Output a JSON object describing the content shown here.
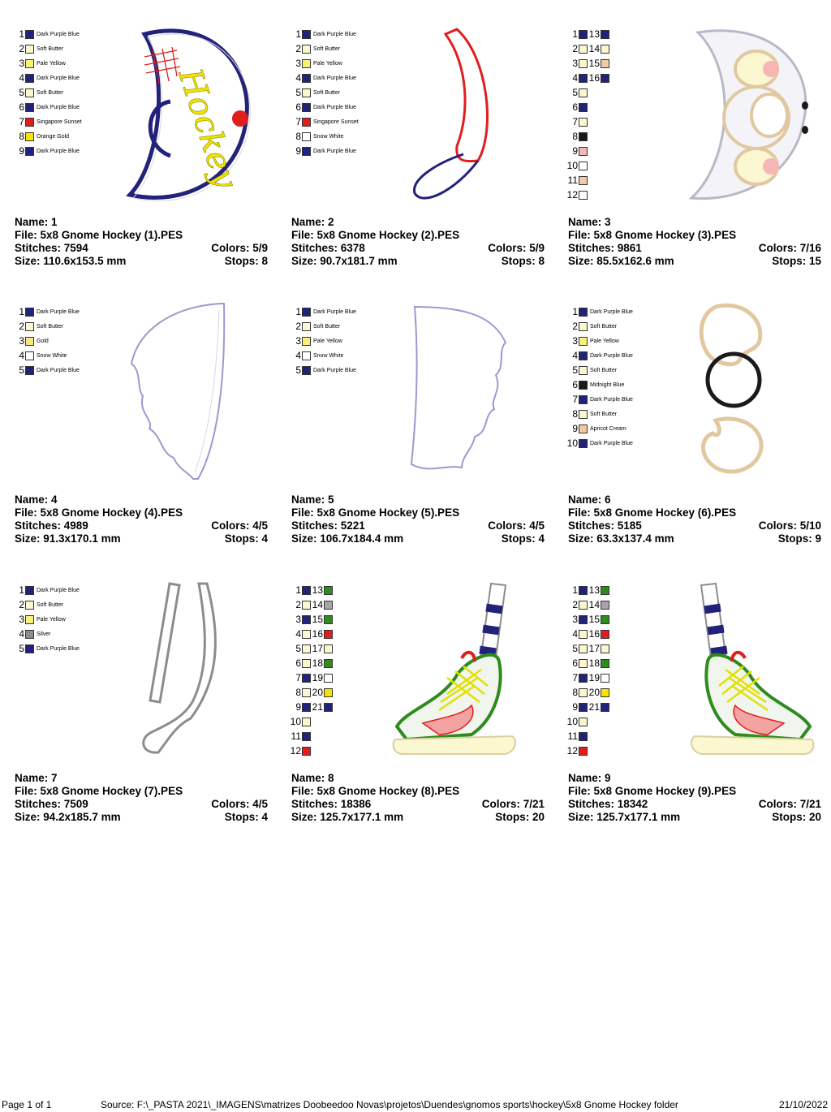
{
  "colors": {
    "dark_purple_blue": "#22227a",
    "soft_butter": "#fbf7d0",
    "pale_yellow": "#f7f07a",
    "singapore_sunset": "#e11d1d",
    "orange_gold": "#f3e800",
    "gold": "#f2e98a",
    "snow_white": "#ffffff",
    "silver": "#8c8c8c",
    "midnight_blue": "#1a1a1a",
    "apricot_cream": "#f5c7a3",
    "pink": "#f6b6b6",
    "green": "#2e8b1e",
    "grey": "#a6a6a6",
    "yellow": "#f4e400"
  },
  "designs": [
    {
      "name_label": "Name: 1",
      "file_label": "File: 5x8 Gnome Hockey (1).PES",
      "stitches_label": "Stitches: 7594",
      "colors_label": "Colors: 5/9",
      "size_label": "Size: 110.6x153.5 mm",
      "stops_label": "Stops: 8",
      "art_text": "Hockey",
      "threads": [
        {
          "n": "1",
          "name": "Dark Purple Blue",
          "color": "#22227a"
        },
        {
          "n": "2",
          "name": "Soft Butter",
          "color": "#fbf7d0"
        },
        {
          "n": "3",
          "name": "Pale Yellow",
          "color": "#f7f07a"
        },
        {
          "n": "4",
          "name": "Dark Purple Blue",
          "color": "#22227a"
        },
        {
          "n": "5",
          "name": "Soft Butter",
          "color": "#fbf7d0"
        },
        {
          "n": "6",
          "name": "Dark Purple Blue",
          "color": "#22227a"
        },
        {
          "n": "7",
          "name": "Singapore Sunset",
          "color": "#e11d1d"
        },
        {
          "n": "8",
          "name": "Orange Gold",
          "color": "#f3e800"
        },
        {
          "n": "9",
          "name": "Dark Purple Blue",
          "color": "#22227a"
        }
      ]
    },
    {
      "name_label": "Name: 2",
      "file_label": "File: 5x8 Gnome Hockey (2).PES",
      "stitches_label": "Stitches: 6378",
      "colors_label": "Colors: 5/9",
      "size_label": "Size: 90.7x181.7 mm",
      "stops_label": "Stops: 8",
      "threads": [
        {
          "n": "1",
          "name": "Dark Purple Blue",
          "color": "#22227a"
        },
        {
          "n": "2",
          "name": "Soft Butter",
          "color": "#fbf7d0"
        },
        {
          "n": "3",
          "name": "Pale Yellow",
          "color": "#f7f07a"
        },
        {
          "n": "4",
          "name": "Dark Purple Blue",
          "color": "#22227a"
        },
        {
          "n": "5",
          "name": "Soft Butter",
          "color": "#fbf7d0"
        },
        {
          "n": "6",
          "name": "Dark Purple Blue",
          "color": "#22227a"
        },
        {
          "n": "7",
          "name": "Singapore Sunset",
          "color": "#e11d1d"
        },
        {
          "n": "8",
          "name": "Snow White",
          "color": "#ffffff"
        },
        {
          "n": "9",
          "name": "Dark Purple Blue",
          "color": "#22227a"
        }
      ]
    },
    {
      "name_label": "Name: 3",
      "file_label": "File: 5x8 Gnome Hockey (3).PES",
      "stitches_label": "Stitches: 9861",
      "colors_label": "Colors: 7/16",
      "size_label": "Size: 85.5x162.6 mm",
      "stops_label": "Stops: 15",
      "threads2": [
        {
          "n": "1",
          "color": "#22227a",
          "n2": "13",
          "color2": "#22227a"
        },
        {
          "n": "2",
          "color": "#fbf7d0",
          "n2": "14",
          "color2": "#fbf7d0"
        },
        {
          "n": "3",
          "color": "#fbf7d0",
          "n2": "15",
          "color2": "#f5c7a3"
        },
        {
          "n": "4",
          "color": "#22227a",
          "n2": "16",
          "color2": "#22227a"
        },
        {
          "n": "5",
          "color": "#fbf7d0"
        },
        {
          "n": "6",
          "color": "#22227a"
        },
        {
          "n": "7",
          "color": "#fbf7d0"
        },
        {
          "n": "8",
          "color": "#1a1a1a"
        },
        {
          "n": "9",
          "color": "#f6b6b6"
        },
        {
          "n": "10",
          "color": "#ffffff"
        },
        {
          "n": "11",
          "color": "#f5c7a3"
        },
        {
          "n": "12",
          "color": "#ffffff"
        }
      ]
    },
    {
      "name_label": "Name: 4",
      "file_label": "File: 5x8 Gnome Hockey (4).PES",
      "stitches_label": "Stitches: 4989",
      "colors_label": "Colors: 4/5",
      "size_label": "Size: 91.3x170.1 mm",
      "stops_label": "Stops: 4",
      "threads": [
        {
          "n": "1",
          "name": "Dark Purple Blue",
          "color": "#22227a"
        },
        {
          "n": "2",
          "name": "Soft Butter",
          "color": "#fbf7d0"
        },
        {
          "n": "3",
          "name": "Gold",
          "color": "#f2e98a"
        },
        {
          "n": "4",
          "name": "Snow White",
          "color": "#ffffff"
        },
        {
          "n": "5",
          "name": "Dark Purple Blue",
          "color": "#22227a"
        }
      ]
    },
    {
      "name_label": "Name: 5",
      "file_label": "File: 5x8 Gnome Hockey (5).PES",
      "stitches_label": "Stitches: 5221",
      "colors_label": "Colors: 4/5",
      "size_label": "Size: 106.7x184.4 mm",
      "stops_label": "Stops: 4",
      "threads": [
        {
          "n": "1",
          "name": "Dark Purple Blue",
          "color": "#22227a"
        },
        {
          "n": "2",
          "name": "Soft Butter",
          "color": "#fbf7d0"
        },
        {
          "n": "3",
          "name": "Pale Yellow",
          "color": "#f7f07a"
        },
        {
          "n": "4",
          "name": "Snow White",
          "color": "#ffffff"
        },
        {
          "n": "5",
          "name": "Dark Purple Blue",
          "color": "#22227a"
        }
      ]
    },
    {
      "name_label": "Name: 6",
      "file_label": "File: 5x8 Gnome Hockey (6).PES",
      "stitches_label": "Stitches: 5185",
      "colors_label": "Colors: 5/10",
      "size_label": "Size: 63.3x137.4 mm",
      "stops_label": "Stops: 9",
      "threads": [
        {
          "n": "1",
          "name": "Dark Purple Blue",
          "color": "#22227a"
        },
        {
          "n": "2",
          "name": "Soft Butter",
          "color": "#fbf7d0"
        },
        {
          "n": "3",
          "name": "Pale Yellow",
          "color": "#f7f07a"
        },
        {
          "n": "4",
          "name": "Dark Purple Blue",
          "color": "#22227a"
        },
        {
          "n": "5",
          "name": "Soft Butter",
          "color": "#fbf7d0"
        },
        {
          "n": "6",
          "name": "Midnight Blue",
          "color": "#1a1a1a"
        },
        {
          "n": "7",
          "name": "Dark Purple Blue",
          "color": "#22227a"
        },
        {
          "n": "8",
          "name": "Soft Butter",
          "color": "#fbf7d0"
        },
        {
          "n": "9",
          "name": "Apricot Cream",
          "color": "#f5c7a3"
        },
        {
          "n": "10",
          "name": "Dark Purple Blue",
          "color": "#22227a"
        }
      ]
    },
    {
      "name_label": "Name: 7",
      "file_label": "File: 5x8 Gnome Hockey (7).PES",
      "stitches_label": "Stitches: 7509",
      "colors_label": "Colors: 4/5",
      "size_label": "Size: 94.2x185.7 mm",
      "stops_label": "Stops: 4",
      "threads": [
        {
          "n": "1",
          "name": "Dark Purple Blue",
          "color": "#22227a"
        },
        {
          "n": "2",
          "name": "Soft Butter",
          "color": "#fbf7d0"
        },
        {
          "n": "3",
          "name": "Pale Yellow",
          "color": "#f7f07a"
        },
        {
          "n": "4",
          "name": "Silver",
          "color": "#8c8c8c"
        },
        {
          "n": "5",
          "name": "Dark Purple Blue",
          "color": "#22227a"
        }
      ]
    },
    {
      "name_label": "Name: 8",
      "file_label": "File: 5x8 Gnome Hockey (8).PES",
      "stitches_label": "Stitches: 18386",
      "colors_label": "Colors: 7/21",
      "size_label": "Size: 125.7x177.1 mm",
      "stops_label": "Stops: 20",
      "threads2": [
        {
          "n": "1",
          "color": "#22227a",
          "n2": "13",
          "color2": "#2e8b1e"
        },
        {
          "n": "2",
          "color": "#fbf7d0",
          "n2": "14",
          "color2": "#a6a6a6"
        },
        {
          "n": "3",
          "color": "#22227a",
          "n2": "15",
          "color2": "#2e8b1e"
        },
        {
          "n": "4",
          "color": "#fbf7d0",
          "n2": "16",
          "color2": "#e11d1d"
        },
        {
          "n": "5",
          "color": "#fbf7d0",
          "n2": "17",
          "color2": "#fbf7d0"
        },
        {
          "n": "6",
          "color": "#fbf7d0",
          "n2": "18",
          "color2": "#2e8b1e"
        },
        {
          "n": "7",
          "color": "#22227a",
          "n2": "19",
          "color2": "#ffffff"
        },
        {
          "n": "8",
          "color": "#fbf7d0",
          "n2": "20",
          "color2": "#f4e400"
        },
        {
          "n": "9",
          "color": "#22227a",
          "n2": "21",
          "color2": "#22227a"
        },
        {
          "n": "10",
          "color": "#fbf7d0"
        },
        {
          "n": "11",
          "color": "#22227a"
        },
        {
          "n": "12",
          "color": "#e11d1d"
        }
      ]
    },
    {
      "name_label": "Name: 9",
      "file_label": "File: 5x8 Gnome Hockey (9).PES",
      "stitches_label": "Stitches: 18342",
      "colors_label": "Colors: 7/21",
      "size_label": "Size: 125.7x177.1 mm",
      "stops_label": "Stops: 20",
      "threads2": [
        {
          "n": "1",
          "color": "#22227a",
          "n2": "13",
          "color2": "#2e8b1e"
        },
        {
          "n": "2",
          "color": "#fbf7d0",
          "n2": "14",
          "color2": "#a6a6a6"
        },
        {
          "n": "3",
          "color": "#22227a",
          "n2": "15",
          "color2": "#2e8b1e"
        },
        {
          "n": "4",
          "color": "#fbf7d0",
          "n2": "16",
          "color2": "#e11d1d"
        },
        {
          "n": "5",
          "color": "#fbf7d0",
          "n2": "17",
          "color2": "#fbf7d0"
        },
        {
          "n": "6",
          "color": "#fbf7d0",
          "n2": "18",
          "color2": "#2e8b1e"
        },
        {
          "n": "7",
          "color": "#22227a",
          "n2": "19",
          "color2": "#ffffff"
        },
        {
          "n": "8",
          "color": "#fbf7d0",
          "n2": "20",
          "color2": "#f4e400"
        },
        {
          "n": "9",
          "color": "#22227a",
          "n2": "21",
          "color2": "#22227a"
        },
        {
          "n": "10",
          "color": "#fbf7d0"
        },
        {
          "n": "11",
          "color": "#22227a"
        },
        {
          "n": "12",
          "color": "#e11d1d"
        }
      ]
    }
  ],
  "footer": {
    "page": "Page 1 of 1",
    "source": "Source: F:\\_PASTA 2021\\_IMAGENS\\matrizes Doobeedoo Novas\\projetos\\Duendes\\gnomos sports\\hockey\\5x8 Gnome Hockey folder",
    "date": "21/10/2022"
  }
}
